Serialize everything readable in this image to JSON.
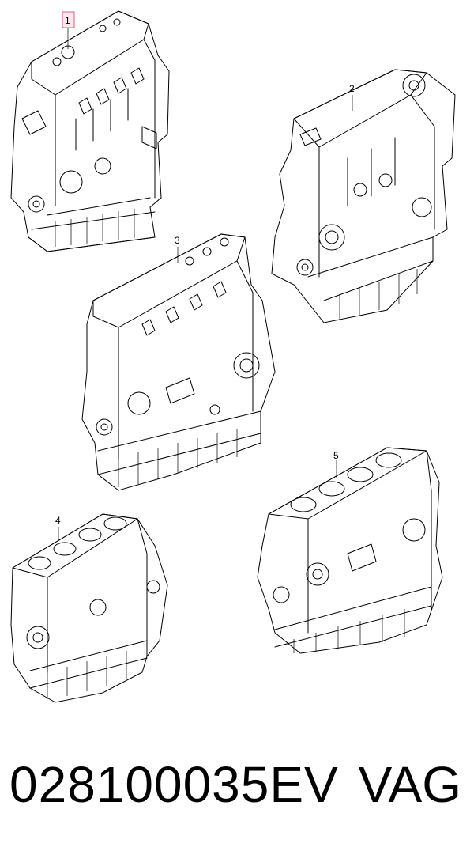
{
  "callouts": [
    {
      "id": "1",
      "label": "1",
      "highlighted": true
    },
    {
      "id": "2",
      "label": "2",
      "highlighted": false
    },
    {
      "id": "3",
      "label": "3",
      "highlighted": false
    },
    {
      "id": "4",
      "label": "4",
      "highlighted": false
    },
    {
      "id": "5",
      "label": "5",
      "highlighted": false
    }
  ],
  "highlight_color": "#e05a7a",
  "footer": {
    "part_number": "028100035EV",
    "brand": "VAG"
  }
}
